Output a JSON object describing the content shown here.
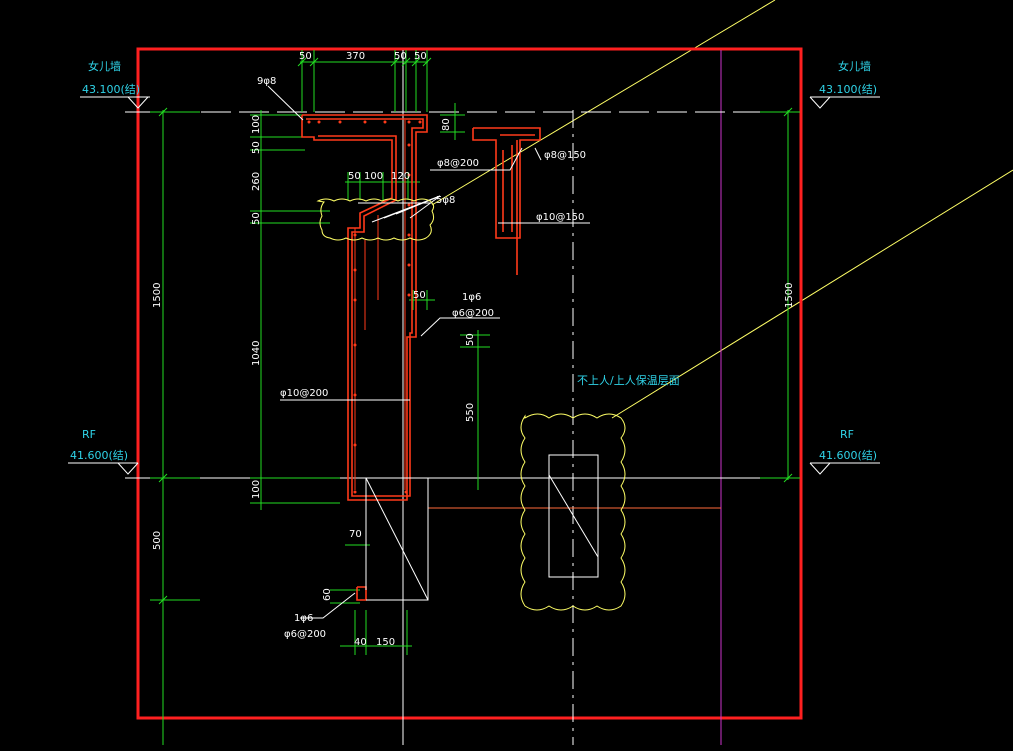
{
  "levels": {
    "parapet_left": {
      "name": "女儿墙",
      "elev": "43.100(结)"
    },
    "parapet_right": {
      "name": "女儿墙",
      "elev": "43.100(结)"
    },
    "rf_left": {
      "name": "RF",
      "elev": "41.600(结)"
    },
    "rf_right": {
      "name": "RF",
      "elev": "41.600(结)"
    }
  },
  "dims": {
    "top_50a": "50",
    "top_370": "370",
    "top_50b": "50",
    "top_50c": "50",
    "left_100": "100",
    "left_50a": "50",
    "left_260": "260",
    "left_50b": "50",
    "left_1040": "1040",
    "left_100b": "100",
    "mid_50": "50",
    "mid_100": "100",
    "mid_120": "120",
    "d_80": "80",
    "d_50": "50",
    "d_50b": "50",
    "d_550": "550",
    "outer_1500_left": "1500",
    "outer_1500_right": "1500",
    "outer_500": "500",
    "bot_70": "70",
    "bot_60": "60",
    "bot_40": "40",
    "bot_150": "150"
  },
  "rebar": {
    "r_9phi8": "9φ8",
    "r_phi8_200": "φ8@200",
    "r_5phi8": "5φ8",
    "r_phi8_150": "φ8@150",
    "r_phi10_150": "φ10@150",
    "r_1phi6_top": "1φ6",
    "r_phi6_200_top": "φ6@200",
    "r_phi10_200": "φ10@200",
    "r_1phi6_bot": "1φ6",
    "r_phi6_200_bot": "φ6@200"
  },
  "roof_note": "不上人/上人保温层面",
  "colors": {
    "frame": "#ff2020",
    "dim": "#22dd22",
    "concrete": "#ff3a1a",
    "white": "#ffffff",
    "leader": "#ffff66",
    "magenta": "#cc33cc",
    "label": "#2fd3e8"
  }
}
